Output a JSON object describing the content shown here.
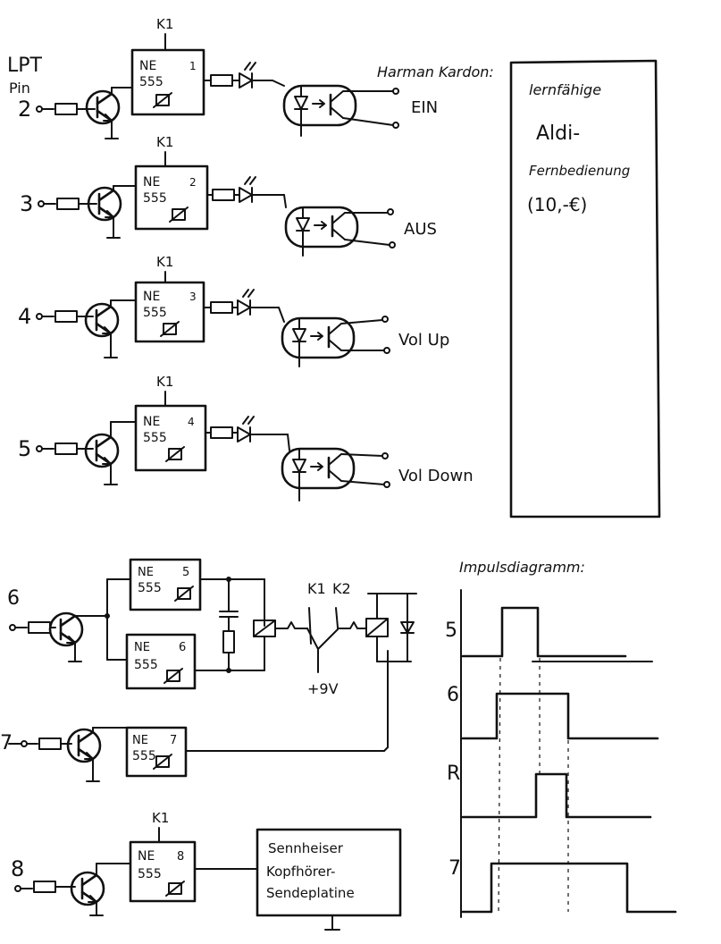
{
  "lpt_label": "LPT",
  "pin_label": "Pin",
  "k1_label": "K1",
  "k2_label": "K2",
  "harman_label": "Harman Kardon:",
  "note_box": {
    "line1": "lernfähige",
    "line2": "Aldi-",
    "line3": "Fernbedienung",
    "line4": "(10,-€)"
  },
  "chip_ne": "NE",
  "chip_555": "555",
  "channels": [
    {
      "pin": "2",
      "chip_no": "1",
      "output": "EIN"
    },
    {
      "pin": "3",
      "chip_no": "2",
      "output": "AUS"
    },
    {
      "pin": "4",
      "chip_no": "3",
      "output": "Vol Up"
    },
    {
      "pin": "5",
      "chip_no": "4",
      "output": "Vol Down"
    }
  ],
  "lower": {
    "pin6": "6",
    "pin7": "7",
    "pin8": "8",
    "chip5_no": "5",
    "chip6_no": "6",
    "chip7_no": "7",
    "chip8_no": "8",
    "supply": "+9V"
  },
  "sennheiser_box": {
    "line1": "Sennheiser",
    "line2": "Kopfhörer-",
    "line3": "Sendeplatine"
  },
  "timing": {
    "title": "Impulsdiagramm:",
    "rows": [
      {
        "label": "5"
      },
      {
        "label": "6"
      },
      {
        "label": "R"
      },
      {
        "label": "7"
      }
    ]
  }
}
